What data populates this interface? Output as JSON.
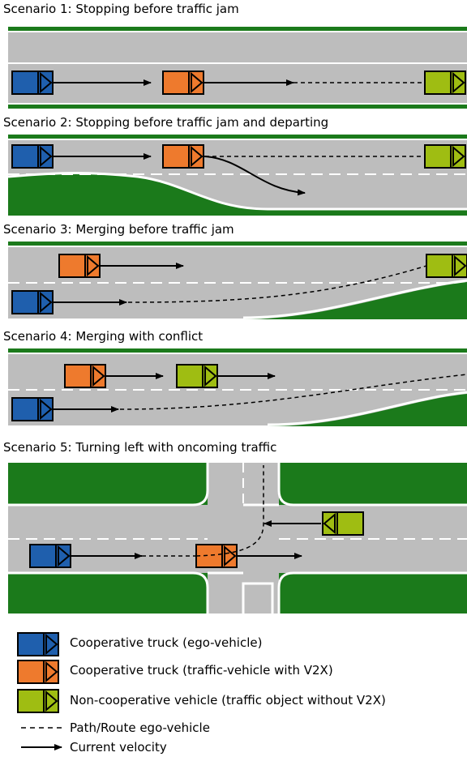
{
  "scenarios": [
    {
      "title": "Scenario 1: Stopping before traffic jam"
    },
    {
      "title": "Scenario 2: Stopping before traffic jam and departing"
    },
    {
      "title": "Scenario 3: Merging before traffic jam"
    },
    {
      "title": "Scenario 4: Merging with conflict"
    },
    {
      "title": "Scenario 5: Turning left with oncoming traffic"
    }
  ],
  "legend": {
    "ego": "Cooperative truck (ego-vehicle)",
    "traffic": "Cooperative truck (traffic-vehicle with V2X)",
    "noncoop": "Non-cooperative vehicle (traffic object without V2X)",
    "path": "Path/Route ego-vehicle",
    "velocity": "Current velocity"
  },
  "colors": {
    "ego": "#1f5fad",
    "traffic": "#ee7a2d",
    "noncoop": "#9fbd12",
    "road": "#bdbdbd",
    "grass": "#1b7a1b",
    "watermark": "#c9c9c9"
  }
}
